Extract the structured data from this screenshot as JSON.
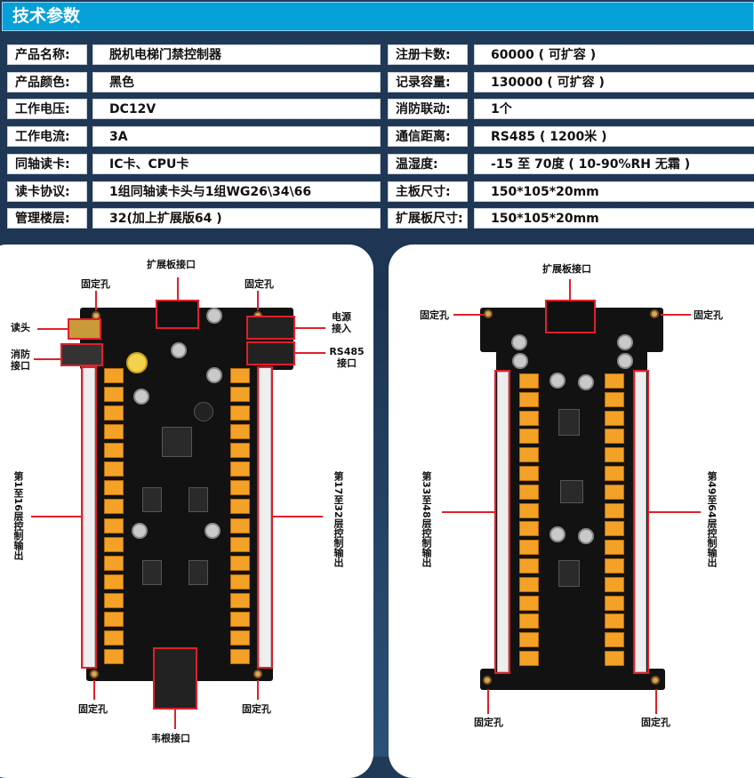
{
  "header": {
    "title": "技术参数"
  },
  "specs": [
    {
      "label": "产品名称:",
      "value": "脱机电梯门禁控制器",
      "label2": "注册卡数:",
      "value2": "60000 ( 可扩容 )"
    },
    {
      "label": "产品颜色:",
      "value": "黑色",
      "label2": "记录容量:",
      "value2": "130000 ( 可扩容 )"
    },
    {
      "label": "工作电压:",
      "value": "DC12V",
      "label2": "消防联动:",
      "value2": "1个"
    },
    {
      "label": "工作电流:",
      "value": "3A",
      "label2": "通信距离:",
      "value2": "RS485 ( 1200米 )"
    },
    {
      "label": "同轴读卡:",
      "value": "IC卡、CPU卡",
      "label2": "温湿度:",
      "value2": "-15 至 70度 ( 10-90%RH 无霜 )"
    },
    {
      "label": "读卡协议:",
      "value": "1组同轴读卡头与1组WG26\\34\\66",
      "label2": "主板尺寸:",
      "value2": "150*105*20mm"
    },
    {
      "label": "管理楼层:",
      "value": "32(加上扩展版64 )",
      "label2": "扩展板尺寸:",
      "value2": "150*105*20mm"
    }
  ],
  "main_board": {
    "expansion_port": "扩展板接口",
    "fix_hole": "固定孔",
    "reader": "读头",
    "fire_port": "消防接口",
    "power_in": "电源接入",
    "rs485": "RS485接口",
    "out_left": "第1至16层控制输出",
    "out_right": "第17至32层控制输出",
    "wiegand": "韦根接口"
  },
  "ext_board": {
    "expansion_port": "扩展板接口",
    "fix_hole": "固定孔",
    "out_left": "第33至48层控制输出",
    "out_right": "第49至64层控制输出"
  },
  "colors": {
    "header": "#06a0d9",
    "relay": "#f4a227",
    "marker": "#e0202a"
  }
}
